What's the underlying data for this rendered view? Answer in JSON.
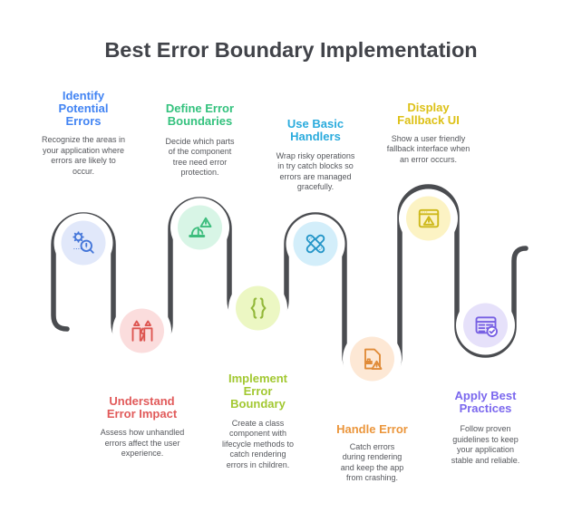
{
  "title": "Best Error Boundary Implementation",
  "colors": {
    "background": "#ffffff",
    "title_text": "#414349",
    "path_stroke": "#4a4c50",
    "body_text": "#55575c"
  },
  "steps": [
    {
      "label": "Identify Potential Errors",
      "description": "Recognize the areas in your application where errors are likely to occur.",
      "color": "#4284f3",
      "circle_fill": "#e1e8fa",
      "icon": "bug-search-icon",
      "position": "top"
    },
    {
      "label": "Understand Error Impact",
      "description": "Assess how unhandled errors affect the user experience.",
      "color": "#e15a5a",
      "circle_fill": "#fbdddd",
      "icon": "broken-structure-icon",
      "position": "bottom"
    },
    {
      "label": "Define Error Boundaries",
      "description": "Decide which parts of the component tree need error protection.",
      "color": "#34c27e",
      "circle_fill": "#d8f5e6",
      "icon": "boundary-warning-icon",
      "position": "top"
    },
    {
      "label": "Implement Error Boundary",
      "description": "Create a class component with lifecycle methods to catch rendering errors in children.",
      "color": "#a2c831",
      "circle_fill": "#ecf7c3",
      "icon": "curly-braces-icon",
      "position": "bottom"
    },
    {
      "label": "Use Basic Handlers",
      "description": "Wrap risky operations in try catch blocks so errors are managed gracefully.",
      "color": "#2aabdd",
      "circle_fill": "#d3eefa",
      "icon": "bandage-icon",
      "position": "top"
    },
    {
      "label": "Handle Error",
      "description": "Catch errors during rendering and keep the app from crashing.",
      "color": "#eb963c",
      "circle_fill": "#fde8d5",
      "icon": "file-error-icon",
      "position": "bottom"
    },
    {
      "label": "Display Fallback UI",
      "description": "Show a user friendly fallback interface when an error occurs.",
      "color": "#ddc117",
      "circle_fill": "#fcf3c4",
      "icon": "browser-alert-icon",
      "position": "top"
    },
    {
      "label": "Apply Best Practices",
      "description": "Follow proven guidelines to keep your application stable and reliable.",
      "color": "#7b68ee",
      "circle_fill": "#e6e1fa",
      "icon": "table-check-icon",
      "position": "bottom"
    }
  ]
}
